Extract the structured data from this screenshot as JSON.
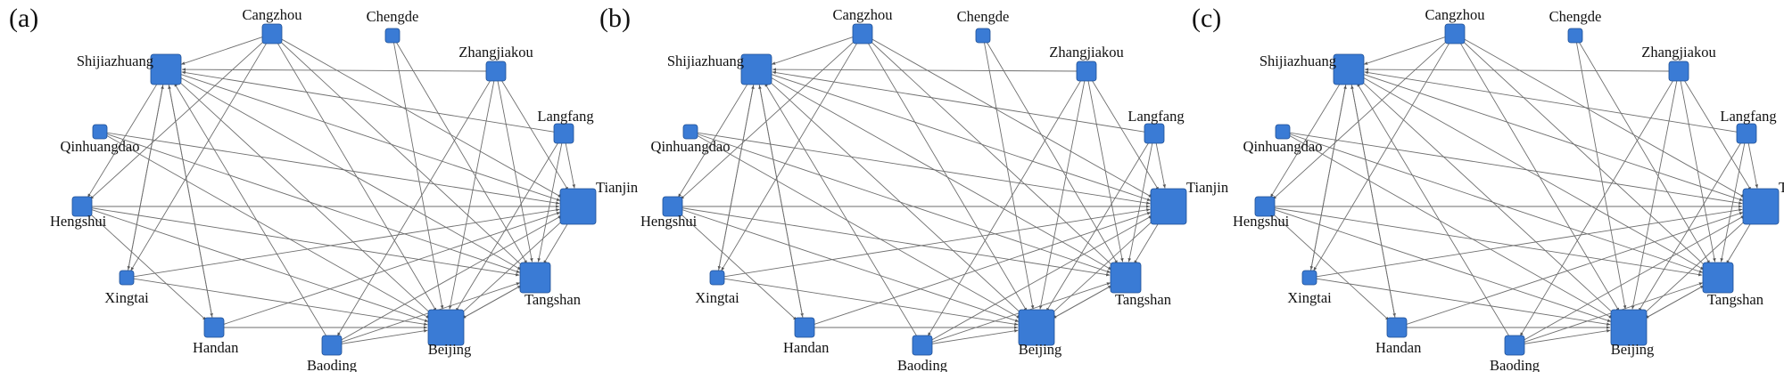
{
  "figure": {
    "panels": [
      {
        "label": "(a)"
      },
      {
        "label": "(b)"
      },
      {
        "label": "(c)"
      }
    ],
    "nodes": [
      {
        "id": "Beijing",
        "label": "Beijing",
        "weight": 5
      },
      {
        "id": "Tianjin",
        "label": "Tianjin",
        "weight": 5
      },
      {
        "id": "Tangshan",
        "label": "Tangshan",
        "weight": 4
      },
      {
        "id": "Shijiazhuang",
        "label": "Shijiazhuang",
        "weight": 4
      },
      {
        "id": "Cangzhou",
        "label": "Cangzhou",
        "weight": 2
      },
      {
        "id": "Chengde",
        "label": "Chengde",
        "weight": 1
      },
      {
        "id": "Zhangjiakou",
        "label": "Zhangjiakou",
        "weight": 2
      },
      {
        "id": "Langfang",
        "label": "Langfang",
        "weight": 2
      },
      {
        "id": "Qinhuangdao",
        "label": "Qinhuangdao",
        "weight": 1
      },
      {
        "id": "Hengshui",
        "label": "Hengshui",
        "weight": 2
      },
      {
        "id": "Xingtai",
        "label": "Xingtai",
        "weight": 1
      },
      {
        "id": "Handan",
        "label": "Handan",
        "weight": 2
      },
      {
        "id": "Baoding",
        "label": "Baoding",
        "weight": 2
      }
    ],
    "edges": [
      [
        "Cangzhou",
        "Shijiazhuang"
      ],
      [
        "Cangzhou",
        "Tianjin"
      ],
      [
        "Cangzhou",
        "Tangshan"
      ],
      [
        "Cangzhou",
        "Beijing"
      ],
      [
        "Cangzhou",
        "Hengshui"
      ],
      [
        "Cangzhou",
        "Xingtai"
      ],
      [
        "Chengde",
        "Beijing"
      ],
      [
        "Chengde",
        "Tangshan"
      ],
      [
        "Zhangjiakou",
        "Shijiazhuang"
      ],
      [
        "Zhangjiakou",
        "Beijing"
      ],
      [
        "Zhangjiakou",
        "Tianjin"
      ],
      [
        "Zhangjiakou",
        "Baoding"
      ],
      [
        "Zhangjiakou",
        "Tangshan"
      ],
      [
        "Langfang",
        "Shijiazhuang"
      ],
      [
        "Langfang",
        "Tianjin"
      ],
      [
        "Langfang",
        "Beijing"
      ],
      [
        "Langfang",
        "Tangshan"
      ],
      [
        "Qinhuangdao",
        "Tianjin"
      ],
      [
        "Qinhuangdao",
        "Tangshan"
      ],
      [
        "Qinhuangdao",
        "Beijing"
      ],
      [
        "Shijiazhuang",
        "Tianjin"
      ],
      [
        "Shijiazhuang",
        "Beijing"
      ],
      [
        "Shijiazhuang",
        "Tangshan"
      ],
      [
        "Shijiazhuang",
        "Handan"
      ],
      [
        "Shijiazhuang",
        "Xingtai"
      ],
      [
        "Shijiazhuang",
        "Hengshui"
      ],
      [
        "Hengshui",
        "Tianjin"
      ],
      [
        "Hengshui",
        "Beijing"
      ],
      [
        "Hengshui",
        "Tangshan"
      ],
      [
        "Hengshui",
        "Handan"
      ],
      [
        "Xingtai",
        "Tianjin"
      ],
      [
        "Xingtai",
        "Beijing"
      ],
      [
        "Xingtai",
        "Shijiazhuang"
      ],
      [
        "Handan",
        "Beijing"
      ],
      [
        "Handan",
        "Tianjin"
      ],
      [
        "Handan",
        "Shijiazhuang"
      ],
      [
        "Baoding",
        "Tianjin"
      ],
      [
        "Baoding",
        "Beijing"
      ],
      [
        "Baoding",
        "Shijiazhuang"
      ],
      [
        "Baoding",
        "Tangshan"
      ],
      [
        "Beijing",
        "Tianjin"
      ],
      [
        "Beijing",
        "Tangshan"
      ],
      [
        "Tianjin",
        "Tangshan"
      ],
      [
        "Tangshan",
        "Beijing"
      ]
    ],
    "node_color": "#3a7bd5",
    "edge_color": "#6e6e6e"
  }
}
